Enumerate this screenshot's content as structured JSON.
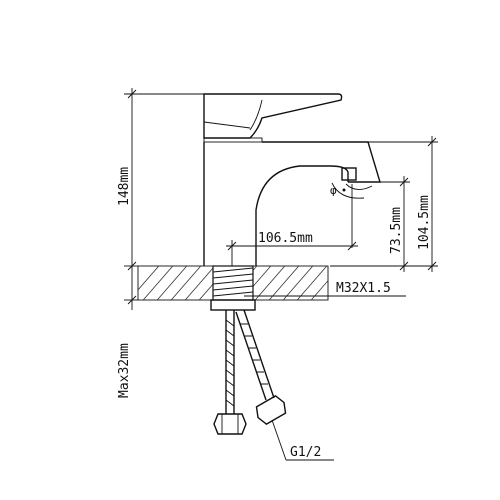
{
  "drawing": {
    "dimensions": {
      "height_total": "148mm",
      "spout_height": "104.5mm",
      "outlet_height": "73.5mm",
      "spout_reach": "106.5mm",
      "max_mount_thickness": "Max32mm",
      "shank_thread": "M32X1.5",
      "hose_thread": "G1/2"
    },
    "colors": {
      "line": "#111111",
      "background": "#ffffff"
    }
  }
}
